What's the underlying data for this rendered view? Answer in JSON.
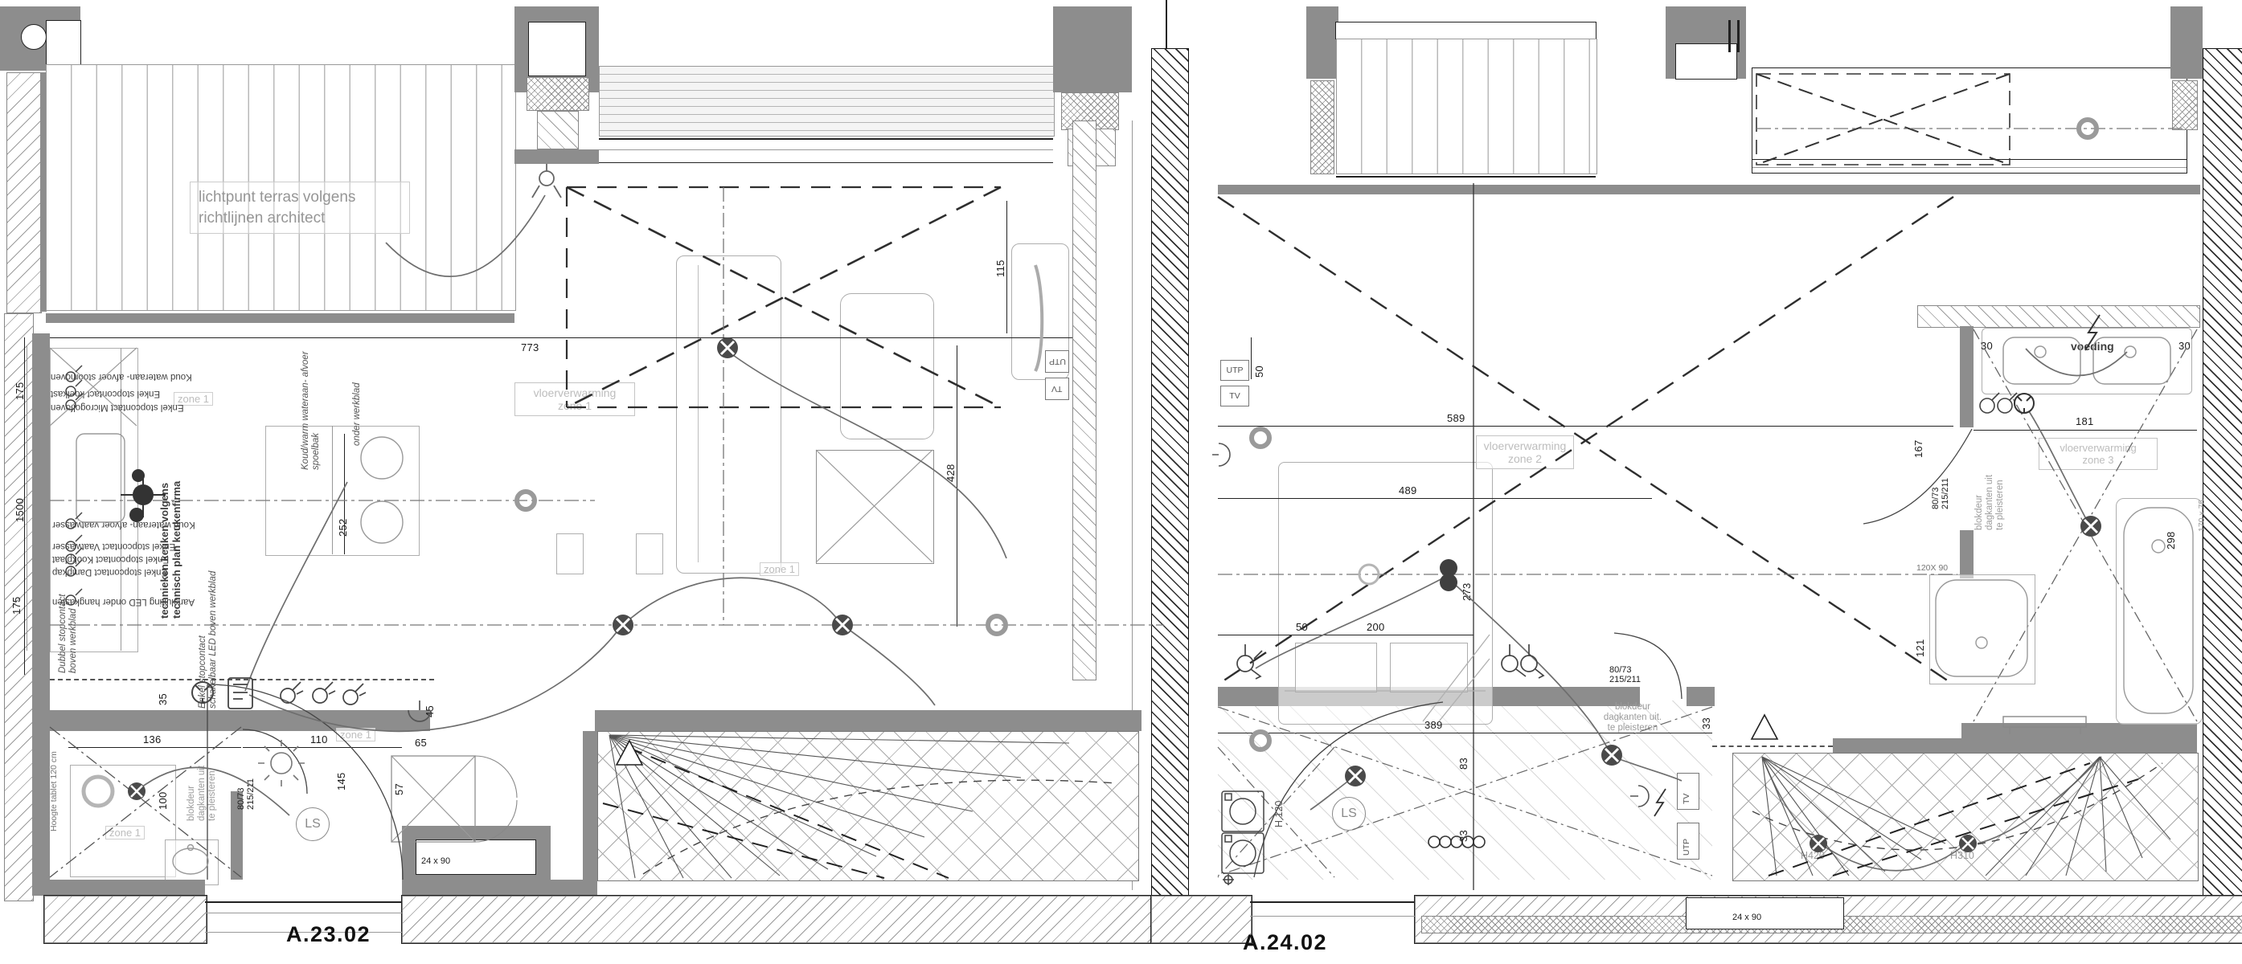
{
  "colors": {
    "wall": "#8d8d8d",
    "line": "#222222",
    "furniture": "#aeaeae",
    "note": "#8e8e8e",
    "zone": "#bdbdbd"
  },
  "left": {
    "title": "A.23.02",
    "terrace_note": "lichtpunt terras volgens\nrichtlijnen architect",
    "heat1": "vloerverwarming\nzone 1",
    "zone1": "zone 1",
    "utp": "UTP",
    "tv": "TV",
    "ls": "LS",
    "vent": "24 x 90",
    "door_size": "80/73\n215/211",
    "door_note": "blokdeur\ndagkanten uit\nte pleisteren",
    "tablet": "Hoogte tablet 120 cm",
    "tech": "technieken keuken volgens\ntechnisch plan keukenfirma",
    "flip": [
      "Koud wateraan- afvoer stoomoven",
      "Enkel stopcontact koelkast",
      "Enkel stopcontact Microgolfoven",
      "Koud wateraan- afvoer vaatwasser",
      "Enkel stopcontact Vaatwasser",
      "Enkel stopcontact Kookplaat",
      "Enkel stopcontact Dampkap",
      "Aansluiting LED onder hangkasten"
    ],
    "work": [
      "Dubbel stopcontact\nboven werkblad",
      "Enkel stopcontact\nschakelbaar LED boven werkblad",
      "Koud/warm wateraan- afvoer\nspoelbak",
      "onder werkblad"
    ],
    "dims": {
      "w773": "773",
      "h252": "252",
      "h115": "115",
      "h428": "428",
      "w136": "136",
      "h35": "35",
      "h100": "100",
      "w110": "110",
      "h145": "145",
      "h45": "45",
      "w65": "65",
      "h57": "57",
      "l175a": "175",
      "l1500": "1500",
      "l175b": "175"
    }
  },
  "right": {
    "title": "A.24.02",
    "heat2": "vloerverwarming\nzone 2",
    "heat3": "vloerverwarming\nzone 3",
    "utp": "UTP",
    "tv": "TV",
    "ls": "LS",
    "voeding": "voeding",
    "vent": "24 x 90",
    "door_size_hall": "80/73\n215/211",
    "door_size_bath": "80/73\n215/211",
    "door_note_hall": "blokdeur\ndagkanten uit.\nte pleisteren",
    "door_note_bath": "blokdeur\ndagkanten uit\nte pleisteren",
    "wash_h": "H 120",
    "light_a": "H420",
    "light_b": "H310",
    "bath": "170 x 75",
    "shower": "120X 90",
    "dims": {
      "h50": "50",
      "w589": "589",
      "w489": "489",
      "h273": "273",
      "w50": "50",
      "w200": "200",
      "w389": "389",
      "h83": "83",
      "h33a": "33",
      "h33b": "33",
      "w30a": "30",
      "w30b": "30",
      "w181": "181",
      "h167": "167",
      "h298": "298",
      "h121": "121"
    }
  }
}
